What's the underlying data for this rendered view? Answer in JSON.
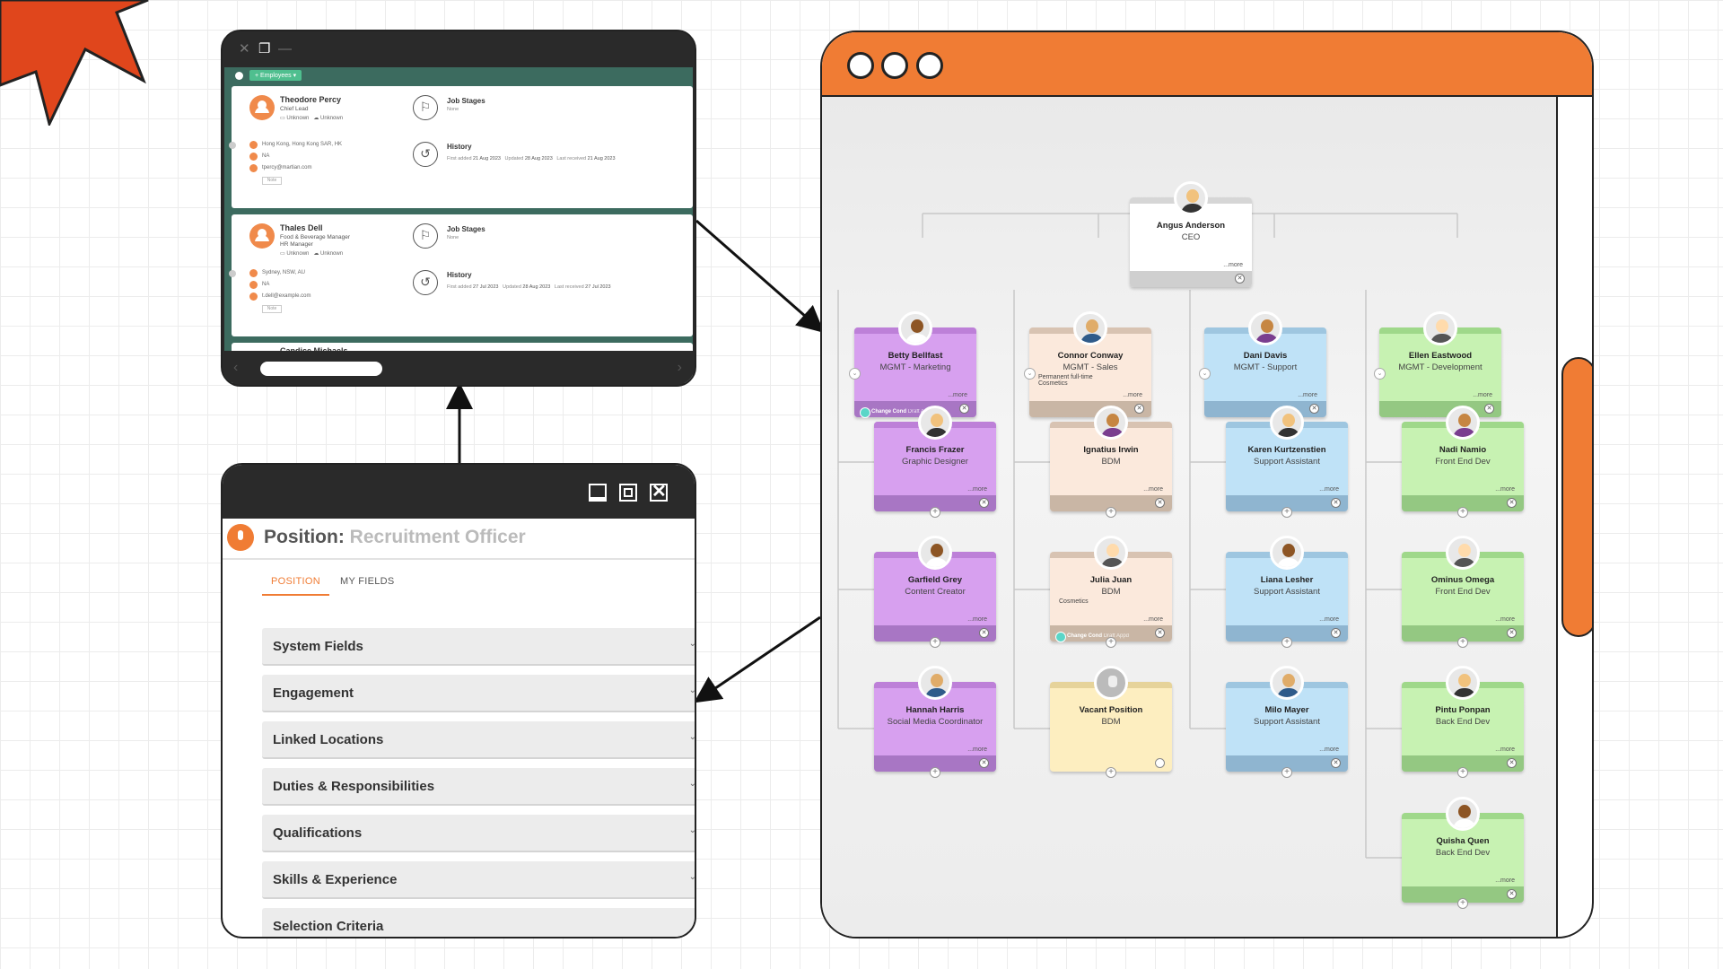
{
  "employee_window": {
    "filter_chip": "+ Employees ▾",
    "employees": [
      {
        "name": "Theodore Percy",
        "role": "Chief Lead",
        "status_a": "Unknown",
        "status_b": "Unknown",
        "location": "Hong Kong, Hong Kong SAR, HK",
        "phone": "NA",
        "email": "tpercy@martian.com",
        "note": "Note",
        "job_stages_title": "Job Stages",
        "job_stages_value": "None",
        "history_title": "History",
        "first_added_label": "First added",
        "first_added": "21 Aug 2023",
        "updated_label": "Updated",
        "updated": "28 Aug 2023",
        "last_received_label": "Last received",
        "last_received": "21 Aug 2023"
      },
      {
        "name": "Thales Dell",
        "role": "Food &amp; Beverage Manager\nHR Manager",
        "status_a": "Unknown",
        "status_b": "Unknown",
        "location": "Sydney, NSW, AU",
        "phone": "NA",
        "email": "t.dell@example.com",
        "note": "Note",
        "job_stages_title": "Job Stages",
        "job_stages_value": "None",
        "history_title": "History",
        "first_added_label": "First added",
        "first_added": "27 Jul 2023",
        "updated_label": "Updated",
        "updated": "28 Aug 2023",
        "last_received_label": "Last received",
        "last_received": "27 Jul 2023"
      }
    ],
    "partial_next_name": "Candice Michaels"
  },
  "position_window": {
    "title_label": "Position:",
    "title_value": "Recruitment Officer",
    "tabs": [
      "POSITION",
      "MY FIELDS"
    ],
    "sections": [
      "System Fields",
      "Engagement",
      "Linked Locations",
      "Duties & Responsibilities",
      "Qualifications",
      "Skills & Experience",
      "Selection Criteria"
    ]
  },
  "org_chart": {
    "more_label": "...more",
    "ceo": {
      "name": "Angus Anderson",
      "title": "CEO"
    },
    "managers": [
      {
        "name": "Betty Bellfast",
        "title": "MGMT - Marketing",
        "badge": "Change Cond",
        "badge_note": "Draft Appd"
      },
      {
        "name": "Connor Conway",
        "title": "MGMT - Sales",
        "extra": "Permanent full-time\nCosmetics"
      },
      {
        "name": "Dani Davis",
        "title": "MGMT - Support"
      },
      {
        "name": "Ellen Eastwood",
        "title": "MGMT - Development"
      }
    ],
    "marketing": [
      {
        "name": "Francis Frazer",
        "title": "Graphic Designer"
      },
      {
        "name": "Garfield Grey",
        "title": "Content Creator"
      },
      {
        "name": "Hannah Harris",
        "title": "Social Media Coordinator"
      }
    ],
    "sales": [
      {
        "name": "Ignatius Irwin",
        "title": "BDM"
      },
      {
        "name": "Julia Juan",
        "title": "BDM",
        "extra": "Cosmetics",
        "badge": "Change Cond",
        "badge_note": "Draft Appd"
      },
      {
        "name": "Vacant Position",
        "title": "BDM"
      }
    ],
    "support": [
      {
        "name": "Karen Kurtzenstien",
        "title": "Support Assistant"
      },
      {
        "name": "Liana Lesher",
        "title": "Support Assistant"
      },
      {
        "name": "Milo Mayer",
        "title": "Support Assistant"
      }
    ],
    "development": [
      {
        "name": "Nadi Namio",
        "title": "Front End Dev"
      },
      {
        "name": "Ominus Omega",
        "title": "Front End Dev"
      },
      {
        "name": "Pintu Ponpan",
        "title": "Back End Dev"
      },
      {
        "name": "Quisha Quen",
        "title": "Back End Dev"
      }
    ]
  },
  "colors": {
    "accent_orange": "#f07c34",
    "marketing": "#d7a0ef",
    "sales": "#fbe9dc",
    "support": "#bfe2f7",
    "development": "#c7f2b2",
    "vacant": "#fdeec0",
    "teal": "#3c6b5f"
  },
  "icons": [
    "burst-decoration",
    "close-icon",
    "copy-icon",
    "minimize-icon",
    "maximize-icon",
    "job-stages-icon",
    "history-icon",
    "microphone-icon",
    "chevron-down-icon",
    "plus-icon",
    "collapse-icon"
  ]
}
